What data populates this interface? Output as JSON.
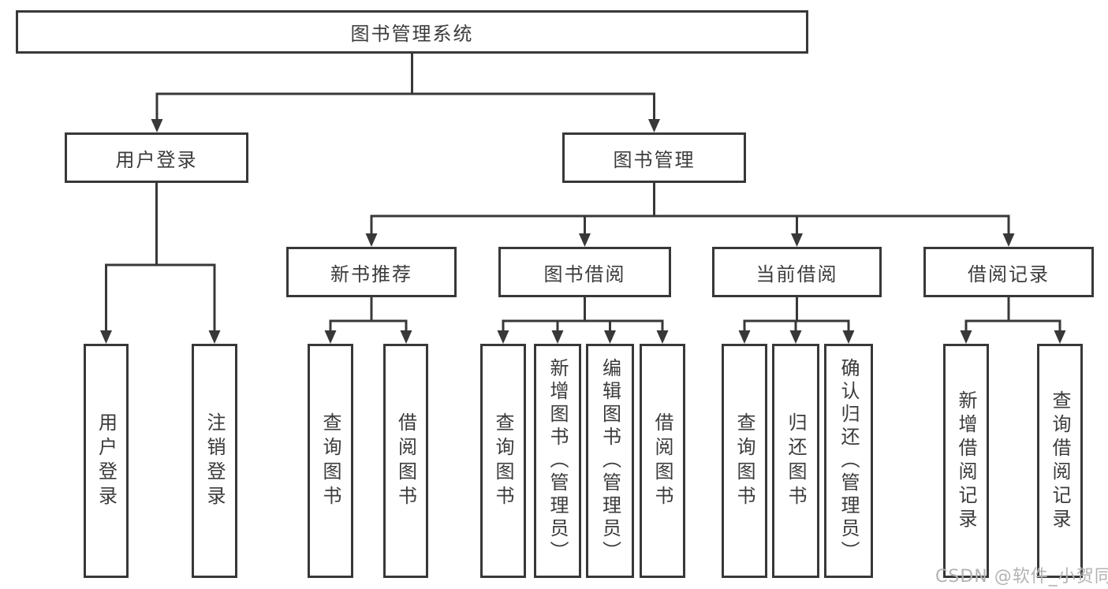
{
  "diagram": {
    "root": {
      "label": "图书管理系统"
    },
    "branches": [
      {
        "label": "用户登录",
        "children": [
          {
            "label": "用户登录"
          },
          {
            "label": "注销登录"
          }
        ]
      },
      {
        "label": "图书管理",
        "children": [
          {
            "label": "新书推荐",
            "children": [
              {
                "label": "查询图书"
              },
              {
                "label": "借阅图书"
              }
            ]
          },
          {
            "label": "图书借阅",
            "children": [
              {
                "label": "查询图书"
              },
              {
                "label": "新增图书（管理员）"
              },
              {
                "label": "编辑图书（管理员）"
              },
              {
                "label": "借阅图书"
              }
            ]
          },
          {
            "label": "当前借阅",
            "children": [
              {
                "label": "查询图书"
              },
              {
                "label": "归还图书"
              },
              {
                "label": "确认归还（管理员）"
              }
            ]
          },
          {
            "label": "借阅记录",
            "children": [
              {
                "label": "新增借阅记录"
              },
              {
                "label": "查询借阅记录"
              }
            ]
          }
        ]
      }
    ]
  },
  "watermark": {
    "text": "CSDN @软件_小贺同学"
  },
  "colors": {
    "line": "#383838",
    "text": "#3b3b3b",
    "background": "#ffffff",
    "watermark": "#b3b3b3"
  }
}
